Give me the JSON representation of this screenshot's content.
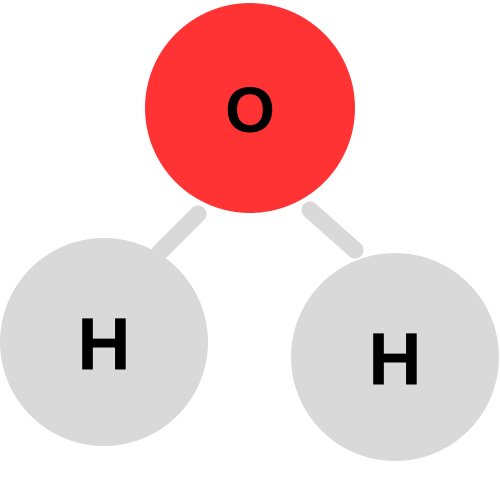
{
  "molecule": {
    "atoms": [
      {
        "id": "oxygen",
        "label": "O",
        "color": "#ff3333"
      },
      {
        "id": "hydrogen-left",
        "label": "H",
        "color": "#d9d9d9"
      },
      {
        "id": "hydrogen-right",
        "label": "H",
        "color": "#d9d9d9"
      }
    ],
    "bond_color": "#d9d9d9"
  }
}
